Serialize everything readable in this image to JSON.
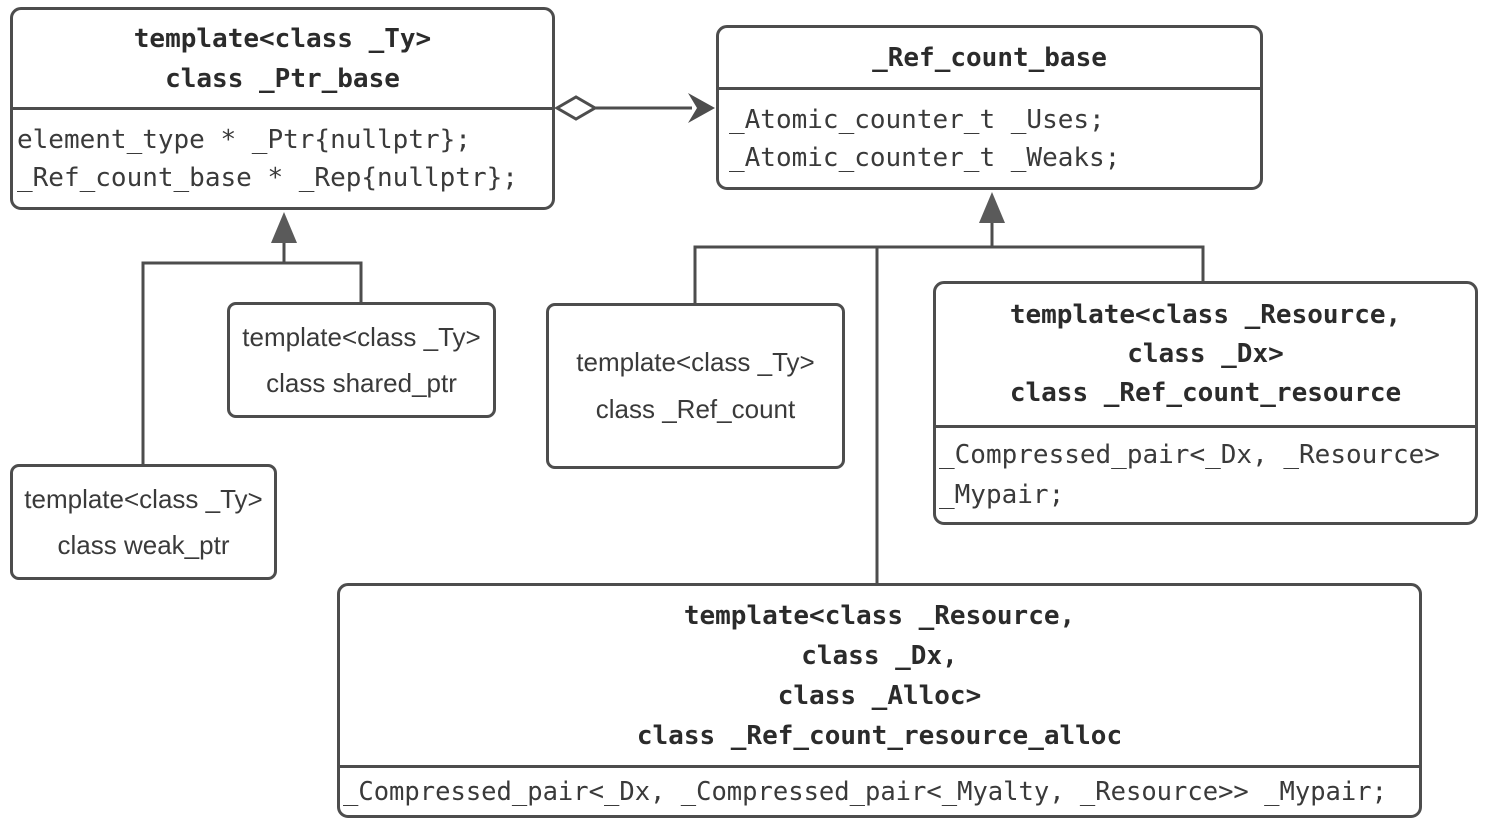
{
  "diagram": {
    "background": "#ffffff",
    "line_color": "#4d4d4d",
    "header_text_color": "#2b2b2b",
    "body_text_color": "#3a3a3a",
    "classes": {
      "ptr_base": {
        "header_lines": [
          "template<class _Ty>",
          "class _Ptr_base"
        ],
        "body_lines": [
          "element_type * _Ptr{nullptr};",
          "_Ref_count_base * _Rep{nullptr};"
        ]
      },
      "ref_count_base": {
        "header_lines": [
          "_Ref_count_base"
        ],
        "body_lines": [
          "_Atomic_counter_t _Uses;",
          "_Atomic_counter_t _Weaks;"
        ]
      },
      "shared_ptr": {
        "lines": [
          "template<class _Ty>",
          "class shared_ptr"
        ]
      },
      "weak_ptr": {
        "lines": [
          "template<class _Ty>",
          "class weak_ptr"
        ]
      },
      "ref_count": {
        "lines": [
          "template<class _Ty>",
          "class _Ref_count"
        ]
      },
      "ref_count_resource": {
        "header_lines": [
          "template<class _Resource,",
          "class _Dx>",
          "class _Ref_count_resource"
        ],
        "body_lines": [
          "_Compressed_pair<_Dx, _Resource>",
          "_Mypair;"
        ]
      },
      "ref_count_resource_alloc": {
        "header_lines": [
          "template<class _Resource,",
          "class _Dx,",
          "class _Alloc>",
          "class _Ref_count_resource_alloc"
        ],
        "body_lines": [
          "_Compressed_pair<_Dx, _Compressed_pair<_Myalty, _Resource>> _Mypair;"
        ]
      }
    },
    "relations": [
      {
        "type": "aggregation",
        "from": "_Ptr_base",
        "to": "_Ref_count_base"
      },
      {
        "type": "inheritance",
        "parent": "_Ptr_base",
        "children": [
          "shared_ptr",
          "weak_ptr"
        ]
      },
      {
        "type": "inheritance",
        "parent": "_Ref_count_base",
        "children": [
          "_Ref_count",
          "_Ref_count_resource",
          "_Ref_count_resource_alloc"
        ]
      }
    ]
  }
}
